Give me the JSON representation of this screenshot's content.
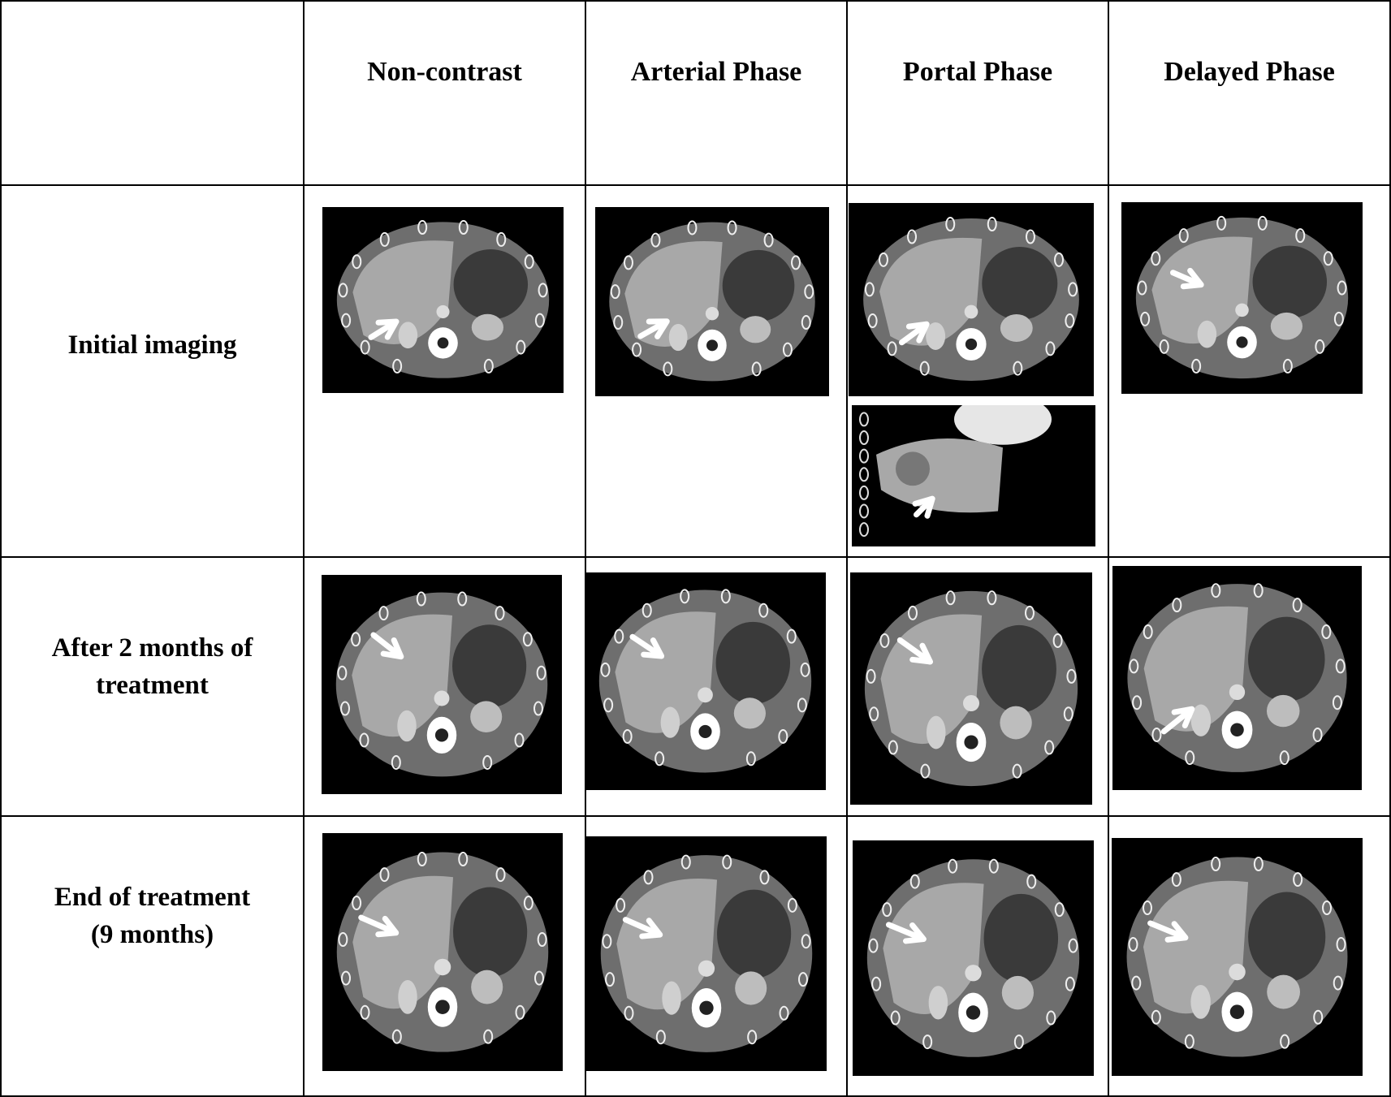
{
  "table": {
    "columns": [
      "Non-contrast",
      "Arterial Phase",
      "Portal Phase",
      "Delayed Phase"
    ],
    "rows": [
      "Initial imaging",
      "After 2 months of treatment",
      "End of treatment (9 months)"
    ]
  },
  "images": {
    "cell_0_0": {
      "kind": "axial CT slice",
      "arrow": "lesion-arrow-icon"
    },
    "cell_0_1": {
      "kind": "axial CT slice",
      "arrow": "lesion-arrow-icon"
    },
    "cell_0_2a": {
      "kind": "axial CT slice",
      "arrow": "lesion-arrow-icon"
    },
    "cell_0_2b": {
      "kind": "coronal CT slice",
      "arrow": "lesion-arrow-icon"
    },
    "cell_0_3": {
      "kind": "axial CT slice",
      "arrow": "lesion-arrow-icon"
    },
    "cell_1_0": {
      "kind": "axial CT slice",
      "arrow": "lesion-arrow-icon"
    },
    "cell_1_1": {
      "kind": "axial CT slice",
      "arrow": "lesion-arrow-icon"
    },
    "cell_1_2": {
      "kind": "axial CT slice",
      "arrow": "lesion-arrow-icon"
    },
    "cell_1_3": {
      "kind": "axial CT slice",
      "arrow": "lesion-arrow-icon"
    },
    "cell_2_0": {
      "kind": "axial CT slice",
      "arrow": "lesion-arrow-icon"
    },
    "cell_2_1": {
      "kind": "axial CT slice",
      "arrow": "lesion-arrow-icon"
    },
    "cell_2_2": {
      "kind": "axial CT slice",
      "arrow": "lesion-arrow-icon"
    },
    "cell_2_3": {
      "kind": "axial CT slice",
      "arrow": "lesion-arrow-icon"
    }
  },
  "colors": {
    "liver": "#a8a8a8",
    "body": "#6e6e6e",
    "bone": "#ffffff",
    "background": "#000000"
  }
}
